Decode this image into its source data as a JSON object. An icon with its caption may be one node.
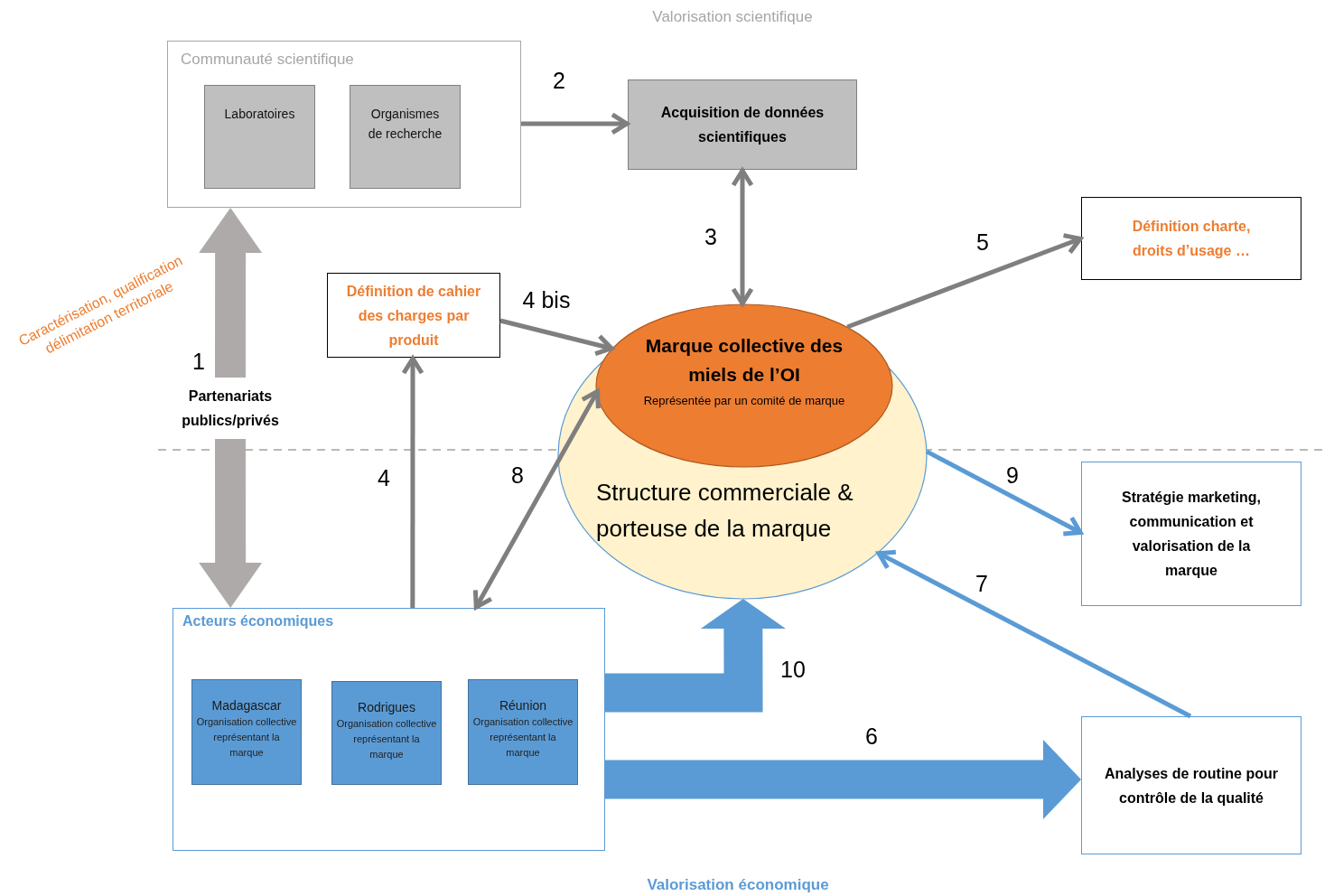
{
  "diagram": {
    "nodes": [
      {
        "text": [
          "Communauté scientifique"
        ]
      },
      {
        "text": [
          "Laboratoires"
        ],
        "in": 0
      },
      {
        "text": [
          "Organismes de recherche"
        ],
        "in": 0
      },
      {
        "text": [
          "Acquisition de données scientifiques"
        ]
      },
      {
        "text": [
          "Définition de cahier des charges par produit"
        ]
      },
      {
        "text": [
          "Définition charte, droits d’usage …"
        ]
      },
      {
        "text": [
          "Structure commerciale & porteuse de la marque"
        ]
      },
      {
        "text": [
          "Marque collective des miels de l’OI",
          "Représentée par un comité de marque"
        ],
        "in": 6
      },
      {
        "text": [
          "Partenariats publics/privés"
        ]
      },
      {
        "text": [
          "Acteurs économiques"
        ]
      },
      {
        "text": [
          "Madagascar",
          "Organisation collective représentant la marque"
        ],
        "in": 9
      },
      {
        "text": [
          "Rodrigues",
          "Organisation collective représentant la marque"
        ],
        "in": 9
      },
      {
        "text": [
          "Réunion",
          "Organisation collective représentant la marque"
        ],
        "in": 9
      },
      {
        "text": [
          "Stratégie marketing, communication et valorisation de la marque"
        ]
      },
      {
        "text": [
          "Analyses de routine pour contrôle de la qualité"
        ]
      }
    ],
    "edges": [
      {
        "from": 0,
        "to": 3,
        "arrow": "to",
        "label": "2"
      },
      {
        "from": 3,
        "to": 7,
        "arrow": "both",
        "label": "3"
      },
      {
        "from": 4,
        "to": 7,
        "arrow": "to",
        "label": "4 bis"
      },
      {
        "from": 9,
        "to": 4,
        "arrow": "to",
        "label": "4"
      },
      {
        "from": 7,
        "to": 5,
        "arrow": "to",
        "label": "5"
      },
      {
        "from": 9,
        "to": 14,
        "arrow": "to",
        "label": "6",
        "style": "thick",
        "color": "#5b9bd5"
      },
      {
        "from": 14,
        "to": 6,
        "arrow": "to",
        "label": "7",
        "color": "#5b9bd5"
      },
      {
        "from": 9,
        "to": 7,
        "arrow": "both",
        "label": "8"
      },
      {
        "from": 6,
        "to": 13,
        "arrow": "to",
        "label": "9",
        "color": "#5b9bd5"
      },
      {
        "from": 9,
        "to": 6,
        "arrow": "to",
        "label": "10",
        "style": "thick",
        "color": "#5b9bd5"
      },
      {
        "from": 8,
        "to": 0,
        "arrow": "to",
        "label": "1",
        "style": "thick",
        "color": "#aeaaaa"
      },
      {
        "from": 8,
        "to": 9,
        "arrow": "to",
        "style": "thick",
        "color": "#aeaaaa"
      }
    ],
    "labels": [
      "Valorisation scientifique",
      "Caractérisation, qualification délimitation territoriale",
      "Valorisation économique"
    ]
  }
}
